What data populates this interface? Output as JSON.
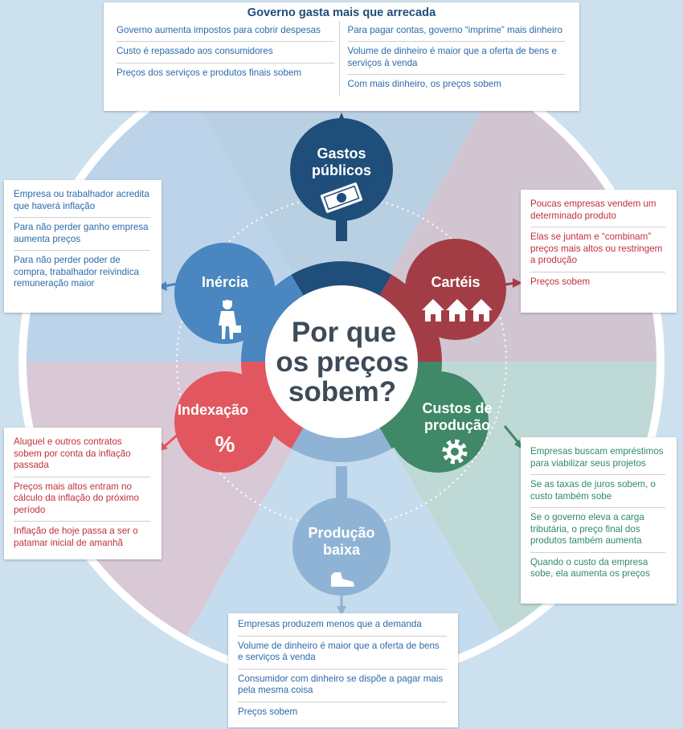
{
  "center": {
    "line1": "Por que",
    "line2": "os preços",
    "line3": "sobem?"
  },
  "nodes": {
    "gastos": {
      "line1": "Gastos",
      "line2": "públicos",
      "icon": "money-bill-icon"
    },
    "carteis": {
      "label": "Cartéis",
      "icon": "houses-icon"
    },
    "custos": {
      "line1": "Custos de",
      "line2": "produção",
      "icon": "gear-icon"
    },
    "producao": {
      "line1": "Produção",
      "line2": "baixa",
      "icon": "shoe-icon"
    },
    "indexacao": {
      "label": "Indexação",
      "symbol": "%",
      "icon": "percent-icon"
    },
    "inercia": {
      "label": "Inércia",
      "icon": "worker-icon"
    }
  },
  "boxes": {
    "top": {
      "title": "Governo gasta mais que arrecada",
      "left": [
        "Governo aumenta impostos para cobrir despesas",
        "Custo é repassado aos consumidores",
        "Preços dos serviços e produtos finais sobem"
      ],
      "right": [
        "Para pagar contas, governo “imprime” mais dinheiro",
        "Volume de dinheiro é maior que a oferta de bens e serviços à venda",
        "Com mais dinheiro, os preços sobem"
      ]
    },
    "carteis": [
      "Poucas empresas vendem um determinado produto",
      "Elas se juntam e “combinam” preços mais altos ou restringem a produção",
      "Preços sobem"
    ],
    "custos": [
      "Empresas buscam empréstimos para viabilizar seus projetos",
      "Se as taxas de juros sobem, o custo também sobe",
      "Se o governo eleva a carga tributária, o preço final dos produtos também aumenta",
      "Quando o custo da empresa sobe, ela aumenta os preços"
    ],
    "producao": [
      "Empresas produzem menos que a demanda",
      "Volume de dinheiro é maior que a oferta de bens e serviços à venda",
      "Consumidor com dinheiro se dispõe a pagar mais pela mesma coisa",
      "Preços sobem"
    ],
    "indexacao": [
      "Aluguel e outros contratos sobem por conta da inflação passada",
      "Preços mais altos entram no cálculo da inflação do próximo período",
      "Inflação de hoje passa a ser o patamar inicial de amanhã"
    ],
    "inercia": [
      "Empresa ou trabalhador acredita que haverá inflação",
      "Para não perder ganho empresa aumenta preços",
      "Para não perder poder de compra, trabalhador reivindica remuneração maior"
    ]
  },
  "colors": {
    "gastos": "#1f4e7a",
    "carteis": "#a33d45",
    "custos": "#3f8868",
    "producao": "#8fb3d4",
    "indexacao": "#e2575f",
    "inercia": "#4a86bf",
    "background": "#cde0ee"
  }
}
